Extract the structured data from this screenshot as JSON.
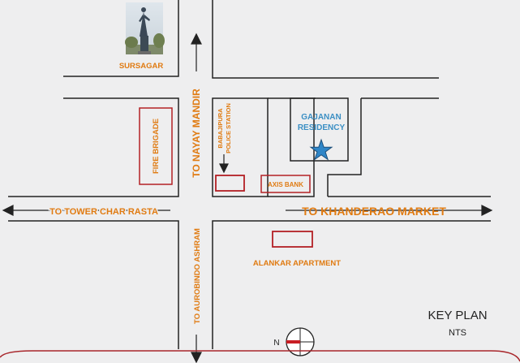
{
  "colors": {
    "background": "#eeeeef",
    "road_line": "#222222",
    "label_orange": "#e07b12",
    "building_red": "#b32025",
    "label_blue": "#3b8fc4",
    "star": "#2f86c8",
    "text_dark": "#222222",
    "border_red": "#a8262b"
  },
  "landmarks": {
    "sursagar": "SURSAGAR",
    "fire_brigade": "FIRE BRIGADE",
    "police_station_line1": "BABAJIPURA",
    "police_station_line2": "POLICE STATION",
    "axis_bank": "AXIS BANK",
    "gajanan_line1": "GAJANAN",
    "gajanan_line2": "RESIDENCY",
    "alankar": "ALANKAR APARTMENT"
  },
  "roads": {
    "to_nayay_mandir": "TO NAYAY MANDIR",
    "to_tower_char_rasta": "TO TOWER CHAR RASTA",
    "to_khanderao_market": "TO KHANDERAO MARKET",
    "to_aurobindo_ashram": "TO AUROBINDO ASHRAM"
  },
  "key_plan": {
    "title": "KEY PLAN",
    "subtitle": "NTS"
  },
  "compass": {
    "north_letter": "N"
  },
  "icons": {
    "statue": "statue-icon",
    "star": "star-icon",
    "compass": "compass-icon"
  }
}
